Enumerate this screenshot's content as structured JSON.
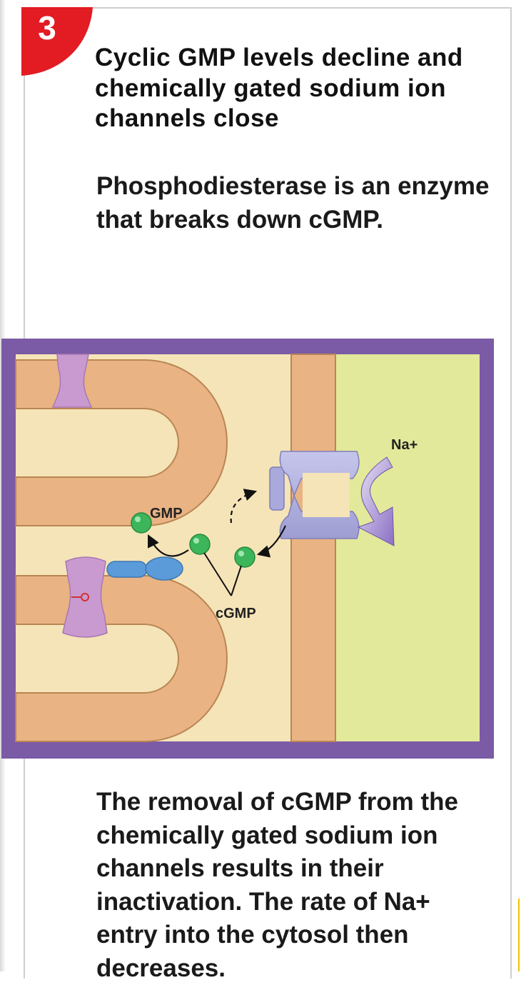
{
  "step": {
    "number": "3",
    "badge_color": "#e31b23"
  },
  "heading": "Cyclic GMP levels decline and chemically gated sodium ion channels close",
  "intro": "Phosphodiesterase is an enzyme that breaks down cGMP.",
  "diagram": {
    "labels": {
      "na": "Na+",
      "gmp": "GMP",
      "cgmp": "cGMP"
    },
    "colors": {
      "frame": "#7b5aa6",
      "cytosol": "#f5e4b8",
      "extracellular": "#e3e99a",
      "membrane": "#e9b383",
      "membrane_edge": "#b98653",
      "channel": "#b3b3df",
      "molecule": "#3cb55b",
      "enzyme": "#5b9bd9",
      "receptor": "#c99ad0"
    }
  },
  "body_text": "The removal of cGMP from the chemically gated sodium ion channels results in their inactivation. The rate of Na+ entry into the cytosol then decreases."
}
